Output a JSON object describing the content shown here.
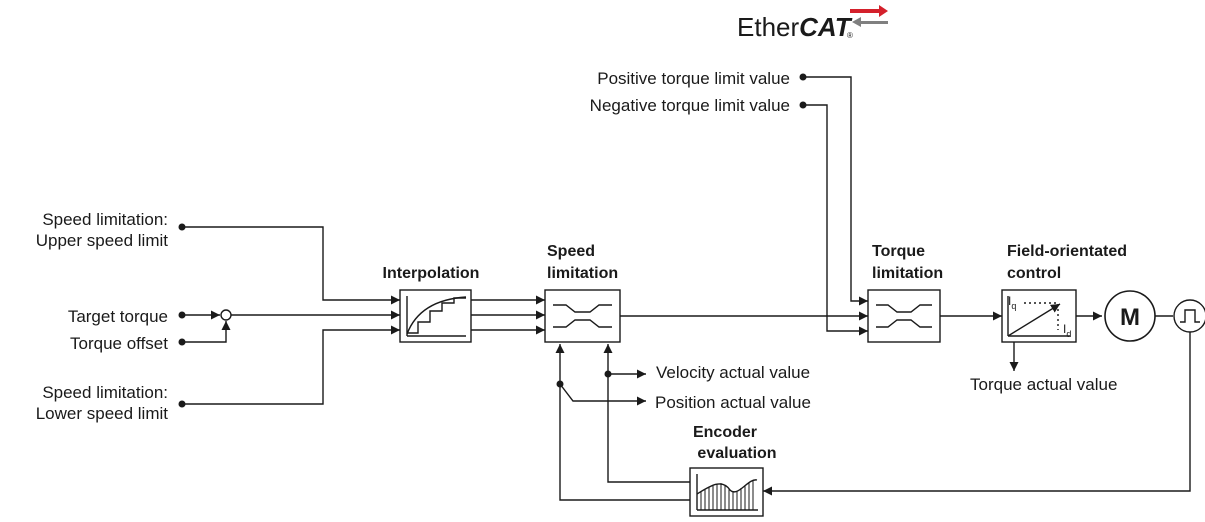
{
  "logo": {
    "text_plain": "Ether",
    "text_bold": "CAT",
    "registered": "®",
    "arrow_color": "#d4202b"
  },
  "inputs": {
    "speed_upper_line1": "Speed limitation:",
    "speed_upper_line2": "Upper speed limit",
    "target_torque": "Target torque",
    "torque_offset": "Torque offset",
    "speed_lower_line1": "Speed limitation:",
    "speed_lower_line2": "Lower speed limit",
    "positive_torque_limit": "Positive torque limit value",
    "negative_torque_limit": "Negative torque limit value"
  },
  "blocks": {
    "interpolation": "Interpolation",
    "speed_limitation_line1": "Speed",
    "speed_limitation_line2": "limitation",
    "torque_limitation_line1": "Torque",
    "torque_limitation_line2": "limitation",
    "foc_line1": "Field-orientated",
    "foc_line2": "control",
    "encoder_line1": "Encoder",
    "encoder_line2": "evaluation",
    "motor": "M",
    "foc_iq": "I",
    "foc_iq_sub": "q",
    "foc_id": "I",
    "foc_id_sub": "d"
  },
  "outputs": {
    "velocity_actual": "Velocity actual value",
    "position_actual": "Position actual value",
    "torque_actual": "Torque actual value"
  }
}
